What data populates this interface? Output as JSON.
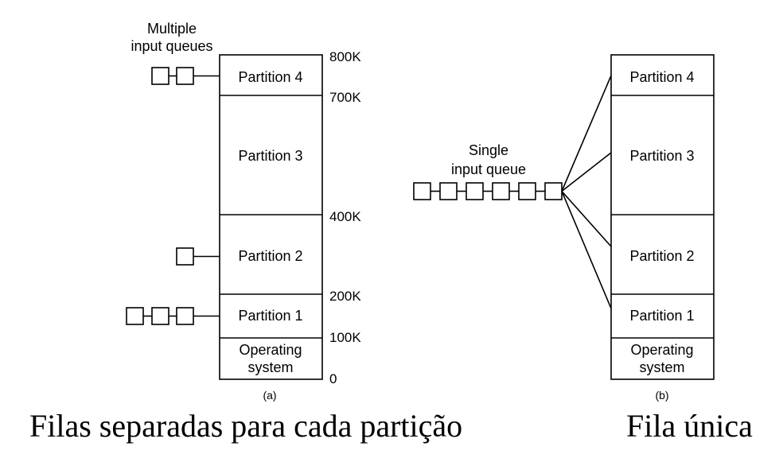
{
  "diagram_a": {
    "queue_title_line1": "Multiple",
    "queue_title_line2": "input queues",
    "partitions": {
      "p4": "Partition 4",
      "p3": "Partition 3",
      "p2": "Partition 2",
      "p1": "Partition 1",
      "os_line1": "Operating",
      "os_line2": "system"
    },
    "addresses": {
      "a800": "800K",
      "a700": "700K",
      "a400": "400K",
      "a200": "200K",
      "a100": "100K",
      "a0": "0"
    },
    "caption": "(a)",
    "title": "Filas separadas para cada partição"
  },
  "diagram_b": {
    "queue_title_line1": "Single",
    "queue_title_line2": "input queue",
    "partitions": {
      "p4": "Partition 4",
      "p3": "Partition 3",
      "p2": "Partition 2",
      "p1": "Partition 1",
      "os_line1": "Operating",
      "os_line2": "system"
    },
    "caption": "(b)",
    "title": "Fila única"
  }
}
